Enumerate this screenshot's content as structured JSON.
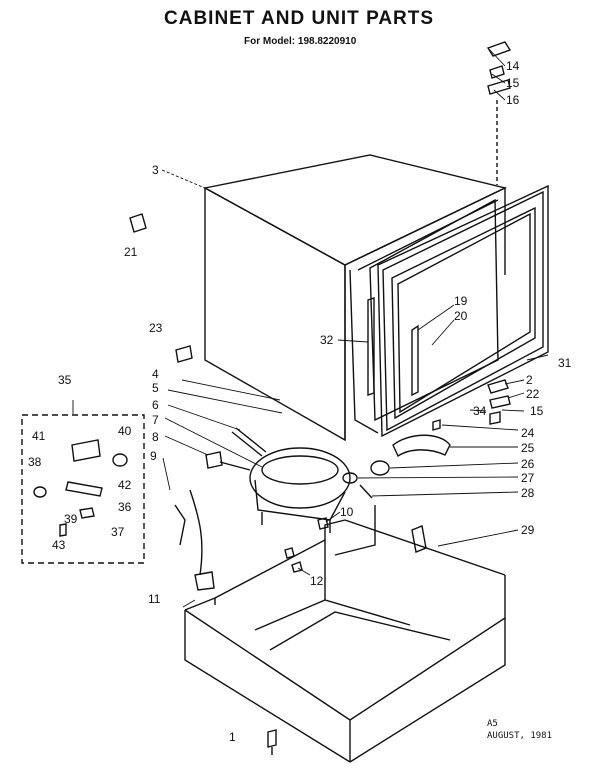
{
  "header": {
    "title": "CABINET AND UNIT PARTS",
    "subtitle": "For Model: 198.8220910"
  },
  "footer": {
    "code": "A5",
    "date": "AUGUST, 1981"
  },
  "callouts": {
    "c1": "1",
    "c2": "2",
    "c3": "3",
    "c4": "4",
    "c5": "5",
    "c6": "6",
    "c7": "7",
    "c8": "8",
    "c9": "9",
    "c10": "10",
    "c11": "11",
    "c12": "12",
    "c14": "14",
    "c15a": "15",
    "c15b": "15",
    "c16": "16",
    "c19": "19",
    "c20": "20",
    "c21": "21",
    "c22": "22",
    "c23": "23",
    "c24": "24",
    "c25": "25",
    "c26": "26",
    "c27": "27",
    "c28": "28",
    "c29": "29",
    "c31": "31",
    "c32": "32",
    "c34": "34",
    "c35": "35",
    "c36": "36",
    "c37": "37",
    "c38": "38",
    "c39": "39",
    "c40": "40",
    "c41": "41",
    "c42": "42",
    "c43": "43"
  }
}
